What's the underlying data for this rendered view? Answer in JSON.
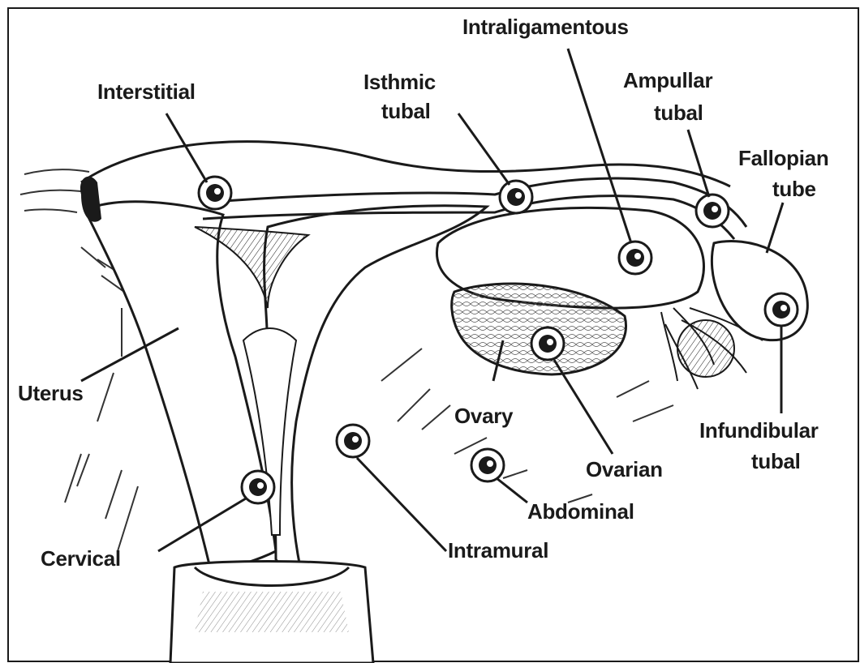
{
  "labels": {
    "interstitial": "Interstitial",
    "isthmic_1": "Isthmic",
    "isthmic_2": "tubal",
    "intraligamentous": "Intraligamentous",
    "ampullar_1": "Ampullar",
    "ampullar_2": "tubal",
    "fallopian_1": "Fallopian",
    "fallopian_2": "tube",
    "uterus": "Uterus",
    "ovary": "Ovary",
    "ovarian": "Ovarian",
    "infundibular_1": "Infundibular",
    "infundibular_2": "tubal",
    "abdominal": "Abdominal",
    "cervical": "Cervical",
    "intramural": "Intramural"
  },
  "colors": {
    "ink": "#1a1a1a",
    "paper": "#ffffff"
  }
}
